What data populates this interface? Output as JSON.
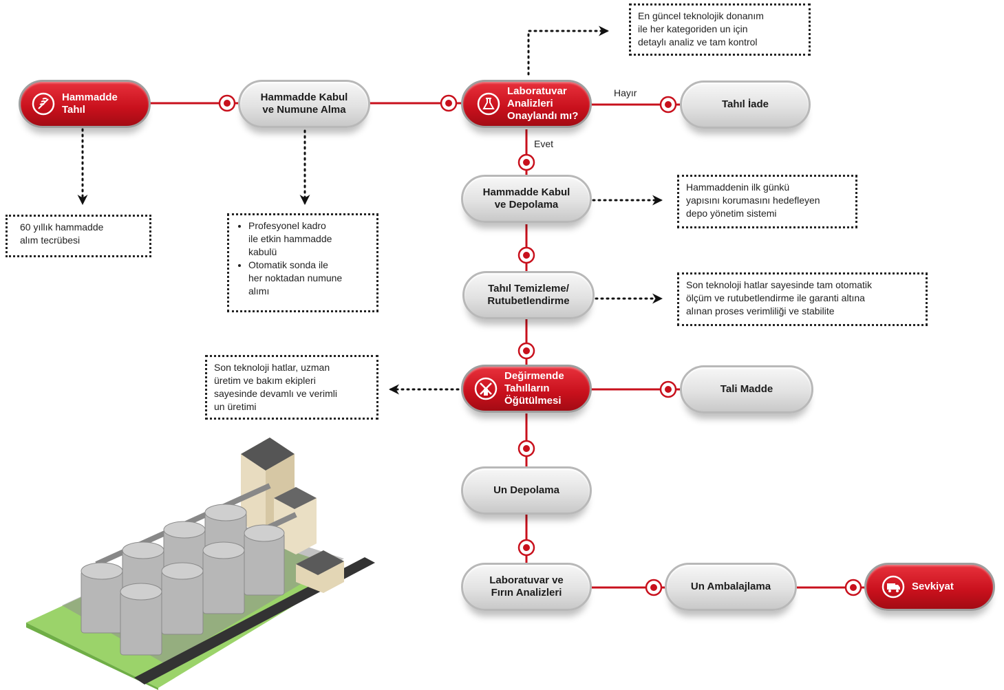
{
  "colors": {
    "accent": "#c8101c",
    "pill_gray": "#dcdcdc",
    "connector": "#c8101c"
  },
  "nodes": {
    "hammadde_tahil": {
      "label": "Hammadde\nTahıl",
      "icon": "wheat-icon"
    },
    "kabul_numune": {
      "label": "Hammadde Kabul\nve Numune Alma"
    },
    "lab_onay": {
      "label": "Laboratuvar\nAnalizleri\nOnaylandı mı?",
      "icon": "flask-icon"
    },
    "tahil_iade": {
      "label": "Tahıl İade"
    },
    "kabul_depolama": {
      "label": "Hammadde Kabul\nve Depolama"
    },
    "temizleme": {
      "label": "Tahıl Temizleme/\nRutubetlendirme"
    },
    "ogutulmesi": {
      "label": "Değirmende\nTahılların\nÖğütülmesi",
      "icon": "windmill-icon"
    },
    "tali_madde": {
      "label": "Tali Madde"
    },
    "un_depolama": {
      "label": "Un Depolama"
    },
    "lab_firin": {
      "label": "Laboratuvar ve\nFırın Analizleri"
    },
    "ambalaj": {
      "label": "Un Ambalajlama"
    },
    "sevkiyat": {
      "label": "Sevkiyat",
      "icon": "truck-icon"
    }
  },
  "edge_labels": {
    "hayir": "Hayır",
    "evet": "Evet"
  },
  "notes": {
    "lab_note": "En güncel teknolojik donanım\nile her kategoriden un için\ndetaylı analiz ve tam kontrol",
    "tahil_note": "60 yıllık hammadde\nalım tecrübesi",
    "numune_bullets": [
      "Profesyonel kadro\nile etkin hammadde\nkabulü",
      "Otomatik sonda ile\nher noktadan numune\nalımı"
    ],
    "depolama_note": "Hammaddenin ilk günkü\nyapısını korumasını hedefleyen\ndepo yönetim sistemi",
    "temizleme_note": "Son teknoloji hatlar sayesinde tam otomatik\nölçüm ve rutubetlendirme ile garanti altına\nalınan proses verimliliği ve stabilite",
    "ogutme_note": "Son teknoloji hatlar, uzman\nüretim ve bakım ekipleri\nsayesinde devamlı ve verimli\nun üretimi"
  },
  "illustration": {
    "icon": "flour-mill-silo-illustration"
  }
}
